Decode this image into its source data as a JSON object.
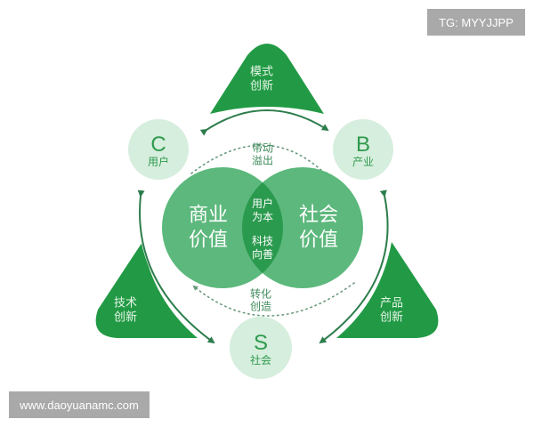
{
  "watermarks": {
    "top_right": "TG: MYYJJPP",
    "bottom_left": "www.daoyuanamc.com"
  },
  "triangles": [
    {
      "id": "top",
      "label_line1": "模式",
      "label_line2": "创新"
    },
    {
      "id": "left",
      "label_line1": "技术",
      "label_line2": "创新"
    },
    {
      "id": "right",
      "label_line1": "产品",
      "label_line2": "创新"
    }
  ],
  "nodes": {
    "c": {
      "letter": "C",
      "label": "用户"
    },
    "b": {
      "letter": "B",
      "label": "产业"
    },
    "s": {
      "letter": "S",
      "label": "社会"
    }
  },
  "venn": {
    "left": {
      "line1": "商业",
      "line2": "价值"
    },
    "right": {
      "line1": "社会",
      "line2": "价值"
    },
    "overlap": {
      "line1": "用户",
      "line2": "为本",
      "line3": "科技",
      "line4": "向善"
    }
  },
  "flows": {
    "top": {
      "line1": "带动",
      "line2": "溢出"
    },
    "bottom": {
      "line1": "转化",
      "line2": "创造"
    }
  },
  "colors": {
    "triangle_green": "#229a45",
    "venn_green": "#5cb87c",
    "overlap_green": "#2a9a4e",
    "node_bg": "#d6eedd",
    "node_text": "#2f9a4e",
    "arrow": "#2d7d4c",
    "watermark_bg": "#a9a9a9"
  }
}
